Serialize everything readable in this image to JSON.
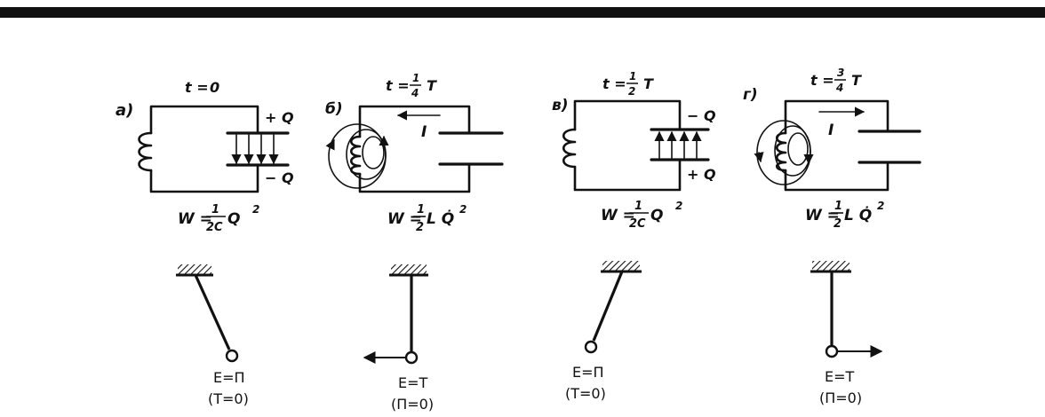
{
  "panels": [
    {
      "letter": "а)",
      "time_prefix": "t = ",
      "time_frac": {
        "num": "",
        "den": ""
      },
      "time_value": "0",
      "charge_top": "+ Q",
      "charge_bottom": "− Q",
      "energy": {
        "lhs": "W = ",
        "num": "1",
        "den": "2C",
        "rhs": " Q",
        "sup": "2"
      },
      "pendulum": {
        "caption_top": "E=Π",
        "caption_bottom": "(T=0)"
      }
    },
    {
      "letter": "б)",
      "time_prefix": "t = ",
      "time_frac": {
        "num": "1",
        "den": "4"
      },
      "time_value": "T",
      "current": "I",
      "energy": {
        "lhs": "W = ",
        "num": "1",
        "den": "2",
        "rhs": " L Q̇",
        "sup": "2"
      },
      "pendulum": {
        "caption_top": "E=T",
        "caption_bottom": "(Π=0)"
      }
    },
    {
      "letter": "в)",
      "time_prefix": "t = ",
      "time_frac": {
        "num": "1",
        "den": "2"
      },
      "time_value": "T",
      "charge_top": "− Q",
      "charge_bottom": "+ Q",
      "energy": {
        "lhs": "W = ",
        "num": "1",
        "den": "2C",
        "rhs": " Q",
        "sup": "2"
      },
      "pendulum": {
        "caption_top": "E=Π",
        "caption_bottom": "(T=0)"
      }
    },
    {
      "letter": "г)",
      "time_prefix": "t = ",
      "time_frac": {
        "num": "3",
        "den": "4"
      },
      "time_value": "T",
      "current": "I",
      "energy": {
        "lhs": "W = ",
        "num": "1",
        "den": "2",
        "rhs": " L Q̇",
        "sup": "2"
      },
      "pendulum": {
        "caption_top": "E=T",
        "caption_bottom": "(Π=0)"
      }
    }
  ]
}
